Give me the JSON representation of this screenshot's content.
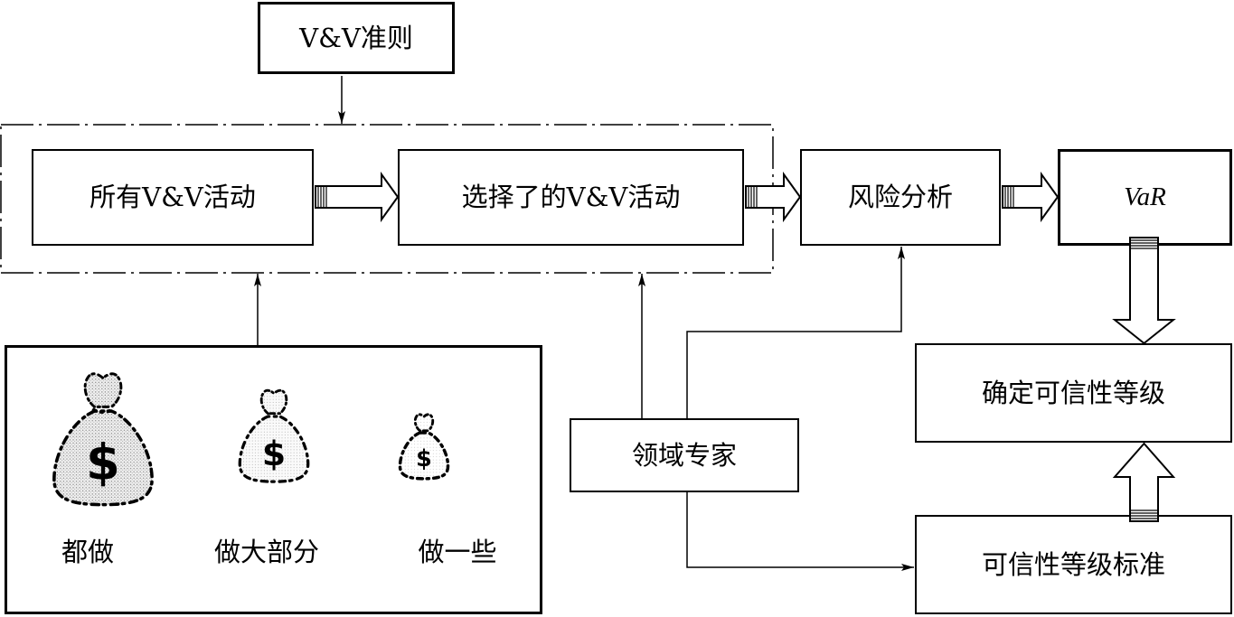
{
  "diagram": {
    "vv_criteria": "V&V准则",
    "all_vv_activities": "所有V&V活动",
    "selected_vv_activities": "选择了的V&V活动",
    "risk_analysis": "风险分析",
    "var": "VaR",
    "determine_credibility_level": "确定可信性等级",
    "credibility_level_standard": "可信性等级标准",
    "domain_experts": "领域专家"
  },
  "effort_options": [
    {
      "label": "都做",
      "symbol": "$",
      "icon": "money-bag-icon"
    },
    {
      "label": "做大部分",
      "symbol": "$",
      "icon": "money-bag-icon"
    },
    {
      "label": "做一些",
      "symbol": "$",
      "icon": "money-bag-icon"
    }
  ],
  "colors": {
    "line": "#000000",
    "background": "#ffffff",
    "bag_stipple": "#8a8a8a"
  }
}
